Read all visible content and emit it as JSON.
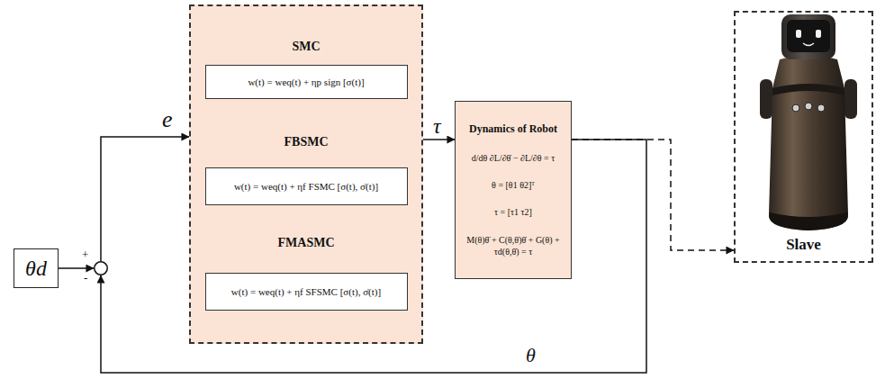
{
  "diagram": {
    "nodes": [
      {
        "text": [
          "θd"
        ]
      },
      {
        "text": [
          "+",
          "-"
        ]
      },
      {
        "text": [
          "SMC",
          "FBSMC",
          "FMASMC"
        ]
      },
      {
        "text": [
          "w(t) = weq(t) + ηp sign [σ(t)]"
        ],
        "in": 2
      },
      {
        "text": [
          "w(t) = weq(t) + ηf FSMC [σ(t), σ̇(t)]"
        ],
        "in": 2
      },
      {
        "text": [
          "w(t) = weq(t) + ηf SFSMC [σ(t), σ̇(t)]"
        ],
        "in": 2
      },
      {
        "text": [
          "Dynamics of Robot",
          "d/dθ ∂L/∂θ̇ − ∂L/∂θ = τ",
          "θ = [θ1 θ2]ᵀ",
          "τ = [τ1 τ2]",
          "M(θ)θ̈ + C(θ,θ̇)θ̇ + G(θ) + τd(θ,θ̇) = τ"
        ]
      },
      {
        "text": [
          "Slave"
        ]
      }
    ],
    "edges": [
      {
        "from": 0,
        "to": 1,
        "arrow": "to"
      },
      {
        "from": 1,
        "to": 2,
        "label": "e",
        "arrow": "to"
      },
      {
        "from": 2,
        "to": 6,
        "label": "τ",
        "arrow": "to"
      },
      {
        "from": 6,
        "to": 7,
        "arrow": "to"
      },
      {
        "from": 6,
        "to": 1,
        "label": "θ",
        "arrow": "to"
      }
    ]
  }
}
